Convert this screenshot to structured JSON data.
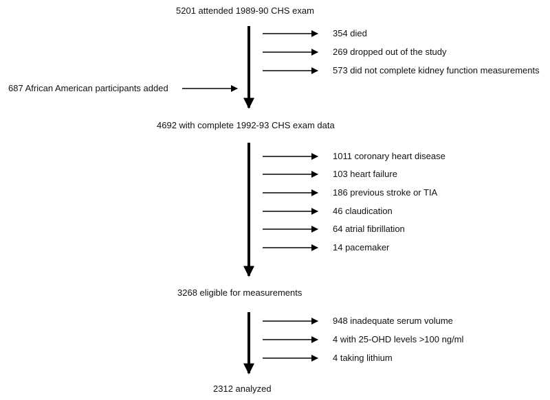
{
  "stages": [
    {
      "text": "5201 attended 1989-90 CHS exam"
    },
    {
      "text": "4692 with complete 1992-93 CHS exam data"
    },
    {
      "text": "3268 eligible for measurements"
    },
    {
      "text": "2312 analyzed"
    }
  ],
  "added": {
    "text": "687 African American participants added"
  },
  "exclusions": [
    {
      "group": 0,
      "items": [
        "354 died",
        "269 dropped out of the study",
        "573 did not complete kidney function measurements"
      ]
    },
    {
      "group": 1,
      "items": [
        "1011 coronary heart disease",
        "103 heart failure",
        "186 previous stroke or TIA",
        "46 claudication",
        "64 atrial fibrillation",
        "14 pacemaker"
      ]
    },
    {
      "group": 2,
      "items": [
        "948 inadequate serum volume",
        "4 with 25-OHD levels >100 ng/ml",
        "4 taking lithium"
      ]
    }
  ]
}
